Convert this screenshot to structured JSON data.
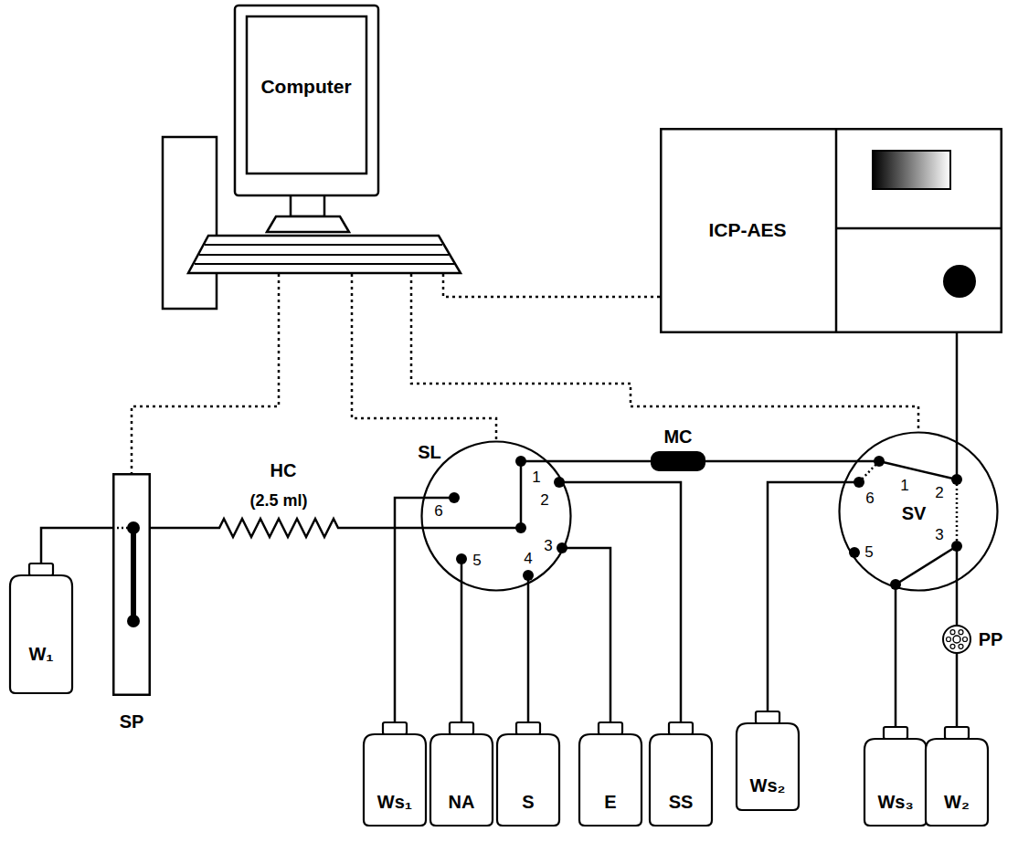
{
  "diagram": {
    "nodes": [
      {
        "text": [
          "Computer"
        ]
      },
      {
        "text": [
          "ICP-AES"
        ]
      },
      {
        "text": [
          "SL"
        ]
      },
      {
        "text": [
          "MC"
        ]
      },
      {
        "text": [
          "SV"
        ]
      },
      {
        "text": [
          "SP"
        ]
      },
      {
        "text": [
          "W₁"
        ]
      },
      {
        "text": [
          "Ws₁"
        ]
      },
      {
        "text": [
          "NA"
        ]
      },
      {
        "text": [
          "S"
        ]
      },
      {
        "text": [
          "E"
        ]
      },
      {
        "text": [
          "SS"
        ]
      },
      {
        "text": [
          "Ws₂"
        ]
      },
      {
        "text": [
          "Ws₃"
        ]
      },
      {
        "text": [
          "W₂"
        ]
      }
    ],
    "edges": [
      {
        "from": 0,
        "to": 5,
        "arrow": "none"
      },
      {
        "from": 0,
        "to": 2,
        "arrow": "none"
      },
      {
        "from": 0,
        "to": 4,
        "arrow": "none"
      },
      {
        "from": 0,
        "to": 1,
        "arrow": "none"
      },
      {
        "from": 6,
        "to": 5,
        "arrow": "none"
      },
      {
        "from": 5,
        "to": 2,
        "arrow": "none"
      },
      {
        "from": 2,
        "to": 7,
        "arrow": "none"
      },
      {
        "from": 2,
        "to": 8,
        "arrow": "none"
      },
      {
        "from": 2,
        "to": 9,
        "arrow": "none"
      },
      {
        "from": 2,
        "to": 10,
        "arrow": "none"
      },
      {
        "from": 2,
        "to": 11,
        "arrow": "none"
      },
      {
        "from": 2,
        "to": 3,
        "arrow": "none"
      },
      {
        "from": 3,
        "to": 4,
        "arrow": "none"
      },
      {
        "from": 1,
        "to": 4,
        "arrow": "none"
      },
      {
        "from": 4,
        "to": 12,
        "arrow": "none"
      },
      {
        "from": 4,
        "to": 13,
        "arrow": "none"
      },
      {
        "from": 4,
        "to": 14,
        "arrow": "none"
      }
    ],
    "labels": [
      "HC",
      "(2.5 ml)",
      "1",
      "2",
      "3",
      "4",
      "5",
      "6",
      "1",
      "2",
      "3",
      "5",
      "6",
      "PP"
    ]
  }
}
